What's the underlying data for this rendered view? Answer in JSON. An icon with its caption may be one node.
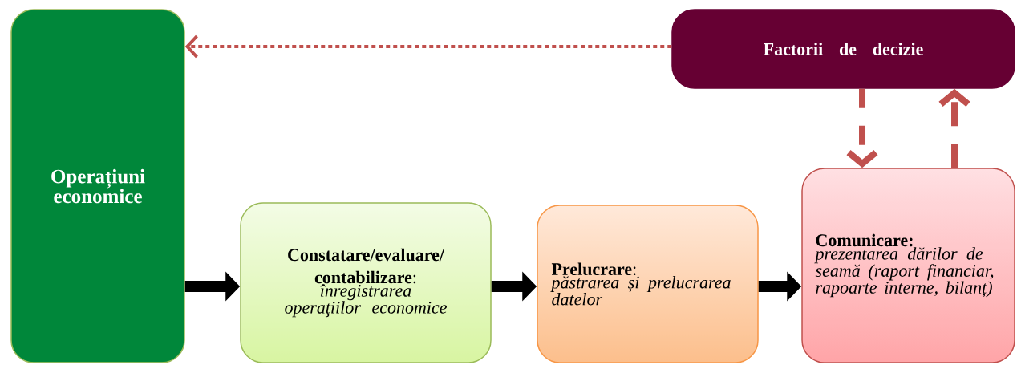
{
  "diagram": {
    "nodes": [
      {
        "text": [
          "Operațiuni economice"
        ]
      },
      {
        "text": [
          "**Constatare/evaluare/ contabilizare**:",
          "înregistrarea operaţiilor economice"
        ]
      },
      {
        "text": [
          "**Prelucrare**:",
          "păstrarea și prelucrarea datelor"
        ]
      },
      {
        "text": [
          "Comunicare:",
          "prezentarea dărilor de seamă (raport financiar, rapoarte interne, bilanț)"
        ]
      },
      {
        "text": [
          "Factorii de decizie"
        ]
      }
    ],
    "edges": [
      {
        "from": 0,
        "to": 1,
        "arrow": "to"
      },
      {
        "from": 1,
        "to": 2,
        "arrow": "to"
      },
      {
        "from": 2,
        "to": 3,
        "arrow": "to"
      },
      {
        "from": 4,
        "to": 0,
        "arrow": "to",
        "style": "dashed",
        "color": "#c0504d"
      },
      {
        "from": 4,
        "to": 3,
        "arrow": "to",
        "style": "dashed",
        "color": "#c0504d"
      },
      {
        "from": 3,
        "to": 4,
        "arrow": "to",
        "style": "dashed",
        "color": "#c0504d"
      }
    ]
  }
}
